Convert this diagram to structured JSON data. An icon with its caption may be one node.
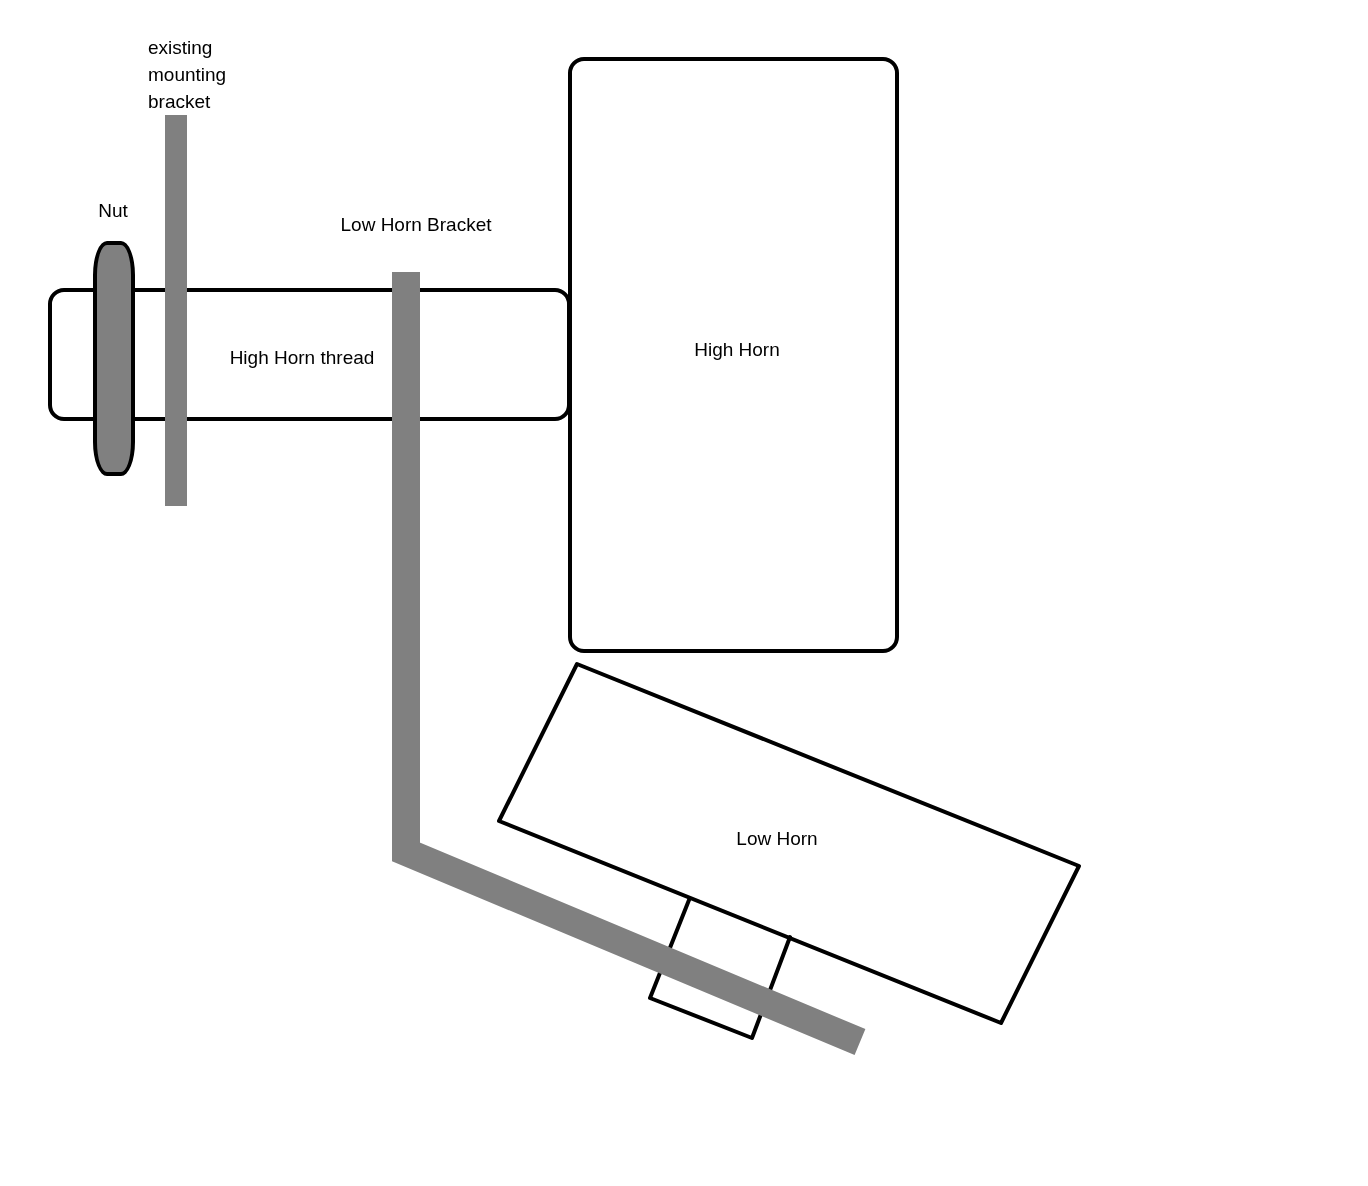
{
  "diagram": {
    "nodes": [
      {
        "text": [
          "existing mounting bracket"
        ]
      },
      {
        "text": [
          "Nut"
        ]
      },
      {
        "text": [
          "Low Horn Bracket"
        ]
      },
      {
        "text": [
          "High Horn"
        ]
      },
      {
        "text": [
          "High Horn thread"
        ]
      },
      {
        "text": [
          "Low Horn"
        ]
      }
    ]
  }
}
